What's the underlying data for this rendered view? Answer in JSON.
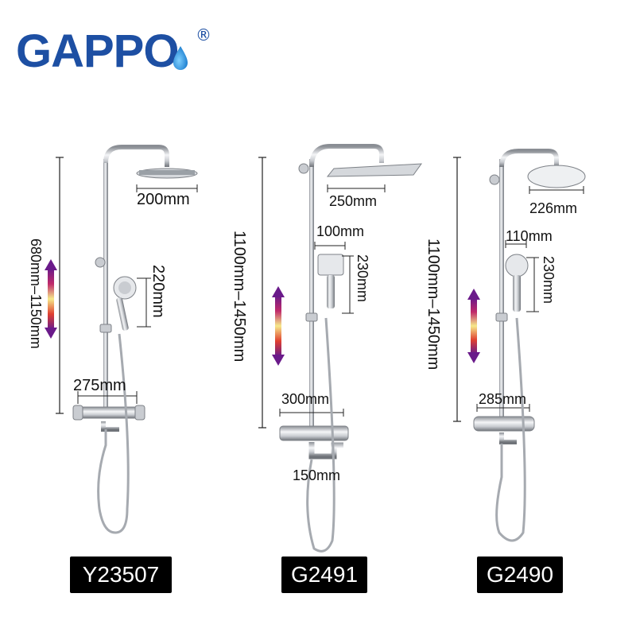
{
  "brand": {
    "name": "GAPPO",
    "registered": "®",
    "text_color": "#1d4fa3",
    "drop_color": "#1e8fd6"
  },
  "products": [
    {
      "model": "Y23507",
      "height_range": "680mm–1150mm",
      "head_size": "200mm",
      "hand_shower_height": "220mm",
      "valve_width": "275mm"
    },
    {
      "model": "G2491",
      "height_range": "1100mm–1450mm",
      "head_size": "250mm",
      "hand_shower_width": "100mm",
      "hand_shower_height": "230mm",
      "valve_width": "300mm",
      "spout_length": "150mm"
    },
    {
      "model": "G2490",
      "height_range": "1100mm–1450mm",
      "head_size": "226mm",
      "hand_shower_width": "110mm",
      "hand_shower_height": "230mm",
      "valve_width": "285mm"
    }
  ],
  "colors": {
    "chrome": "#c9ccd1",
    "chrome_dark": "#7d8187",
    "arrow_top": "#6a1a8a",
    "arrow_mid": "#f2e27a",
    "arrow_bottom": "#b01c2a"
  }
}
